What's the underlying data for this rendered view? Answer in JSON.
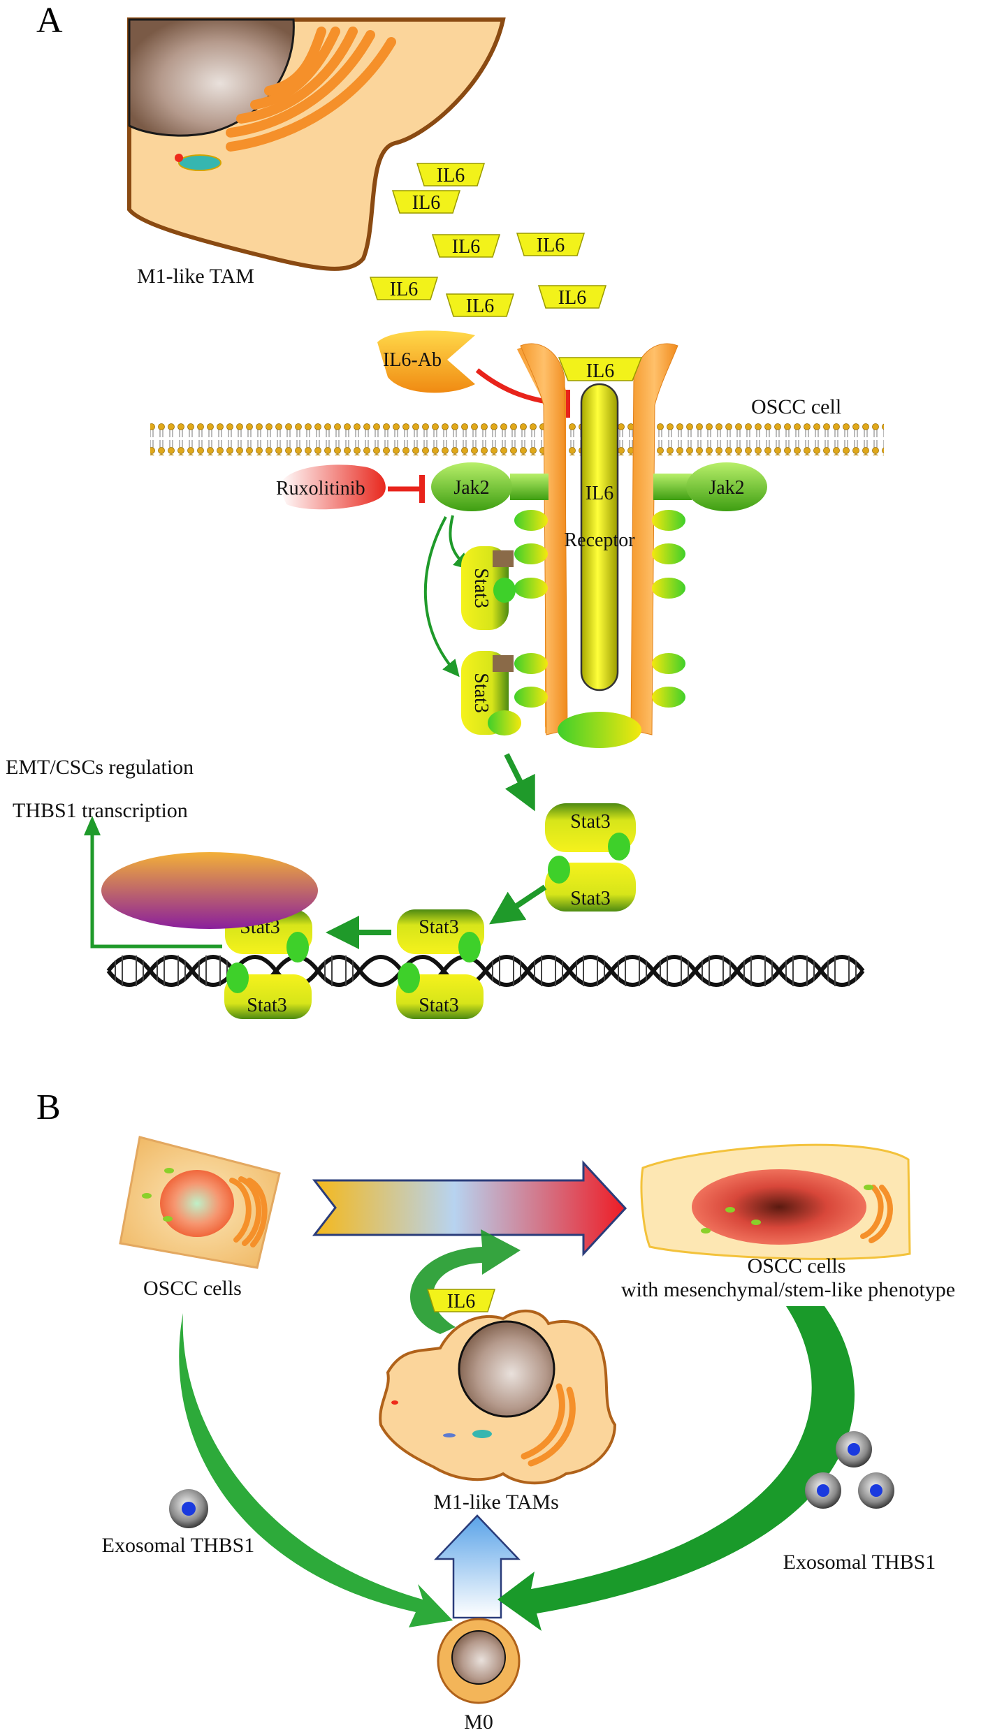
{
  "panel_a": {
    "letter": "A",
    "tam_label": "M1-like TAM",
    "il6_label": "IL6",
    "il6_ab_label": "IL6-Ab",
    "oscc_cell_label": "OSCC cell",
    "ruxolitinib_label": "Ruxolitinib",
    "jak2_label": "Jak2",
    "receptor_il6_label": "IL6",
    "receptor_label": "Receptor",
    "stat3_label": "Stat3",
    "emt_label": "EMT/CSCs regulation",
    "thbs1_label": "THBS1 transcription"
  },
  "panel_b": {
    "letter": "B",
    "oscc_cells_label": "OSCC cells",
    "oscc_mes_label_1": "OSCC cells",
    "oscc_mes_label_2": "with mesenchymal/stem-like phenotype",
    "il6_label": "IL6",
    "tams_label": "M1-like TAMs",
    "exosome_left_label": "Exosomal THBS1",
    "exosome_right_label": "Exosomal THBS1",
    "m0_label": "M0"
  },
  "colors": {
    "il6_yellow": "#f2f21a",
    "receptor_orange": "#f7a13a",
    "green_arrow": "#1f9a2a",
    "red_inhibit": "#e8231b",
    "jak_green": "#6cc424",
    "membrane_gold": "#d9a21b"
  }
}
